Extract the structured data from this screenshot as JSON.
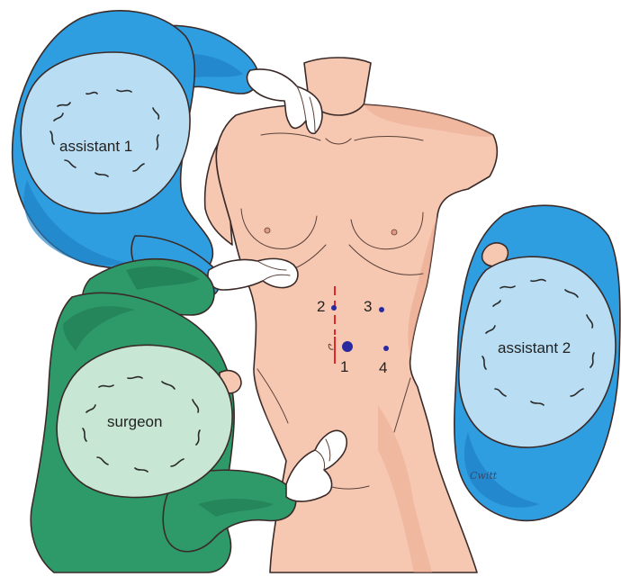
{
  "figure": {
    "labels": {
      "assistant_1": "assistant 1",
      "assistant_2": "assistant 2",
      "surgeon": "surgeon"
    },
    "ports": [
      {
        "id": "1",
        "label": "1",
        "size": "large"
      },
      {
        "id": "2",
        "label": "2",
        "size": "small"
      },
      {
        "id": "3",
        "label": "3",
        "size": "small"
      },
      {
        "id": "4",
        "label": "4",
        "size": "small"
      }
    ],
    "signature": "Cwitt",
    "colors": {
      "skin": "#f6c8b2",
      "skin_shade": "#eaa58a",
      "assistant_gown": "#2f9ee0",
      "assistant_gown_dark": "#1e7fc4",
      "assistant_cap": "#b9def4",
      "surgeon_gown": "#2e9a6a",
      "surgeon_gown_dark": "#1f7a52",
      "surgeon_cap": "#c7e6d3",
      "glove": "#ffffff",
      "port_marker": "#2a2aa0",
      "midline_mark": "#e0262b"
    }
  }
}
